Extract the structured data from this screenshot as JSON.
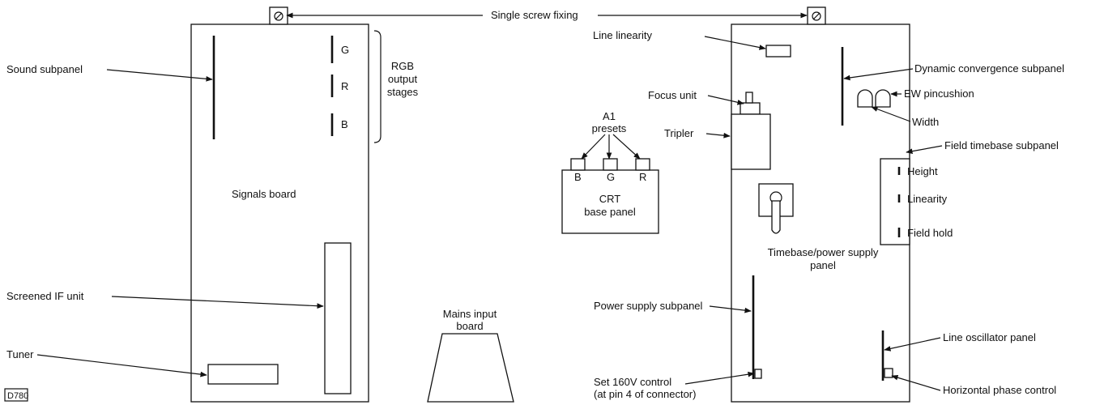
{
  "labels": {
    "single_screw_fixing": "Single screw fixing",
    "sound_subpanel": "Sound subpanel",
    "g": "G",
    "r": "R",
    "b": "B",
    "rgb_output_1": "RGB",
    "rgb_output_2": "output",
    "rgb_output_3": "stages",
    "signals_board": "Signals board",
    "screened_if_unit": "Screened IF unit",
    "tuner": "Tuner",
    "figure_id": "D780",
    "a1_presets_1": "A1",
    "a1_presets_2": "presets",
    "preset_b": "B",
    "preset_g": "G",
    "preset_r": "R",
    "crt_base_1": "CRT",
    "crt_base_2": "base panel",
    "mains_input_1": "Mains input",
    "mains_input_2": "board",
    "line_linearity": "Line linearity",
    "focus_unit": "Focus unit",
    "tripler": "Tripler",
    "dynamic_convergence": "Dynamic convergence subpanel",
    "ew_pincushion": "EW pincushion",
    "width": "Width",
    "field_timebase": "Field timebase subpanel",
    "height": "Height",
    "linearity": "Linearity",
    "field_hold": "Field hold",
    "timebase_panel_1": "Timebase/power supply",
    "timebase_panel_2": "panel",
    "power_supply_subpanel": "Power supply subpanel",
    "line_oscillator_panel": "Line oscillator panel",
    "set_160v_1": "Set 160V control",
    "set_160v_2": "(at pin 4 of connector)",
    "horizontal_phase": "Horizontal phase control"
  }
}
